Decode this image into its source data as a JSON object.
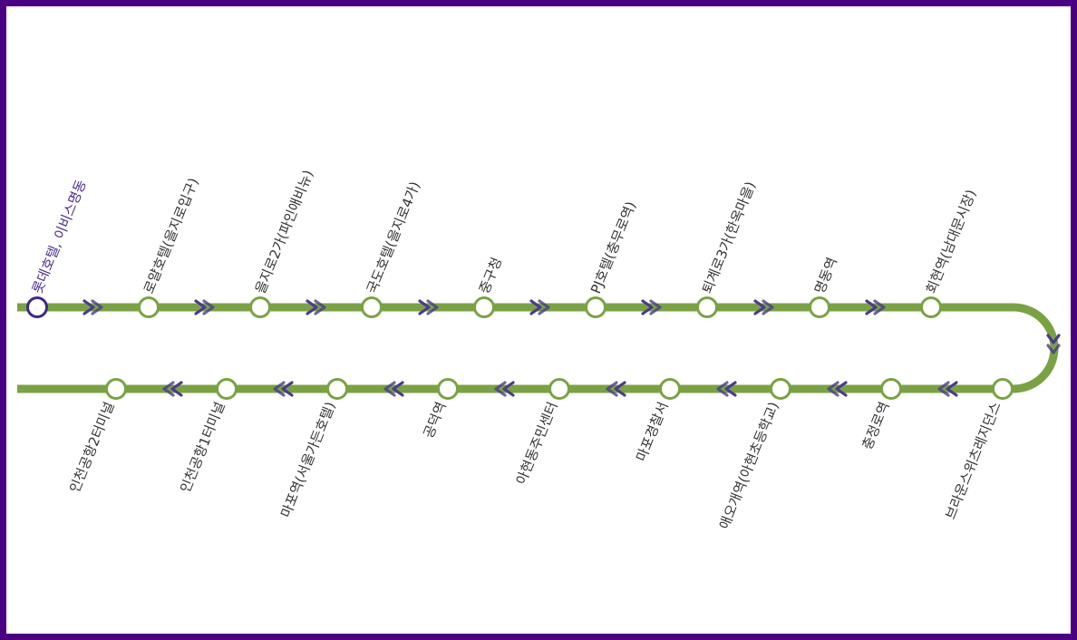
{
  "colors": {
    "frame": "#4b0082",
    "line": "#7aa244",
    "arrow": "#4b3b8c",
    "current_stop": "#3d2a85",
    "label": "#333333",
    "current_label": "#4b2a91"
  },
  "route": {
    "direction_icon": "double-chevron",
    "turn_icon": "chevron-down",
    "top_stops": [
      {
        "name": "롯데호텔, 이비스명동",
        "current": true
      },
      {
        "name": "로얄호텔(을지로입구)"
      },
      {
        "name": "을지로2가(파인애비뉴)"
      },
      {
        "name": "국도호텔(을지로4가)"
      },
      {
        "name": "중구청"
      },
      {
        "name": "PJ호텔(충무로역)"
      },
      {
        "name": "퇴계로3가(한옥마을)"
      },
      {
        "name": "명동역"
      },
      {
        "name": "회현역(남대문시장)"
      }
    ],
    "bottom_stops": [
      {
        "name": "인천공항2터미널"
      },
      {
        "name": "인천공항1터미널"
      },
      {
        "name": "마포역(서울가든호텔)"
      },
      {
        "name": "공덕역"
      },
      {
        "name": "아현동주민센터"
      },
      {
        "name": "마포경찰서"
      },
      {
        "name": "애오개역(아현초등학교)"
      },
      {
        "name": "충정로역"
      },
      {
        "name": "브라운스위츠레지던스"
      }
    ]
  }
}
